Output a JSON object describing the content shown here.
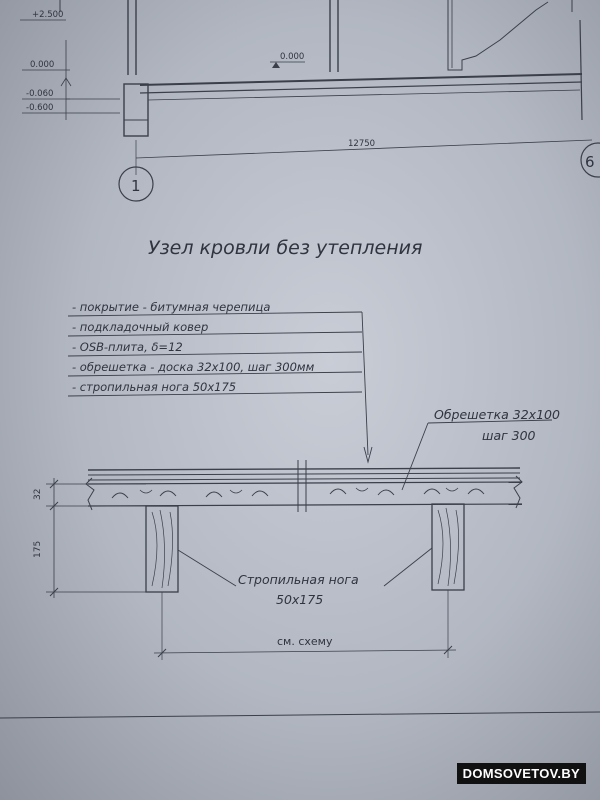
{
  "top_plan": {
    "level_top": "+2.500",
    "level_floor": "0.000",
    "level_floor_right": "0.000",
    "level_a": "-0.060",
    "level_b": "-0.600",
    "span": "12750",
    "axis_left": "1",
    "axis_right": "6"
  },
  "title": "Узел кровли без утепления",
  "layers": [
    "- покрытие - битумная черепица",
    "- подкладочный ковер",
    "- OSB-плита, δ=12",
    "- обрешетка - доска 32x100, шаг 300мм",
    "- стропильная нога 50x175"
  ],
  "batten_callout": [
    "Обрешетка 32x100",
    "шаг 300"
  ],
  "rafter_callout": [
    "Стропильная нога",
    "50x175"
  ],
  "dims": {
    "batten_h": "32",
    "rafter_h": "175",
    "spacing": "см. схему"
  },
  "watermark": "DOMSOVETOV.BY"
}
